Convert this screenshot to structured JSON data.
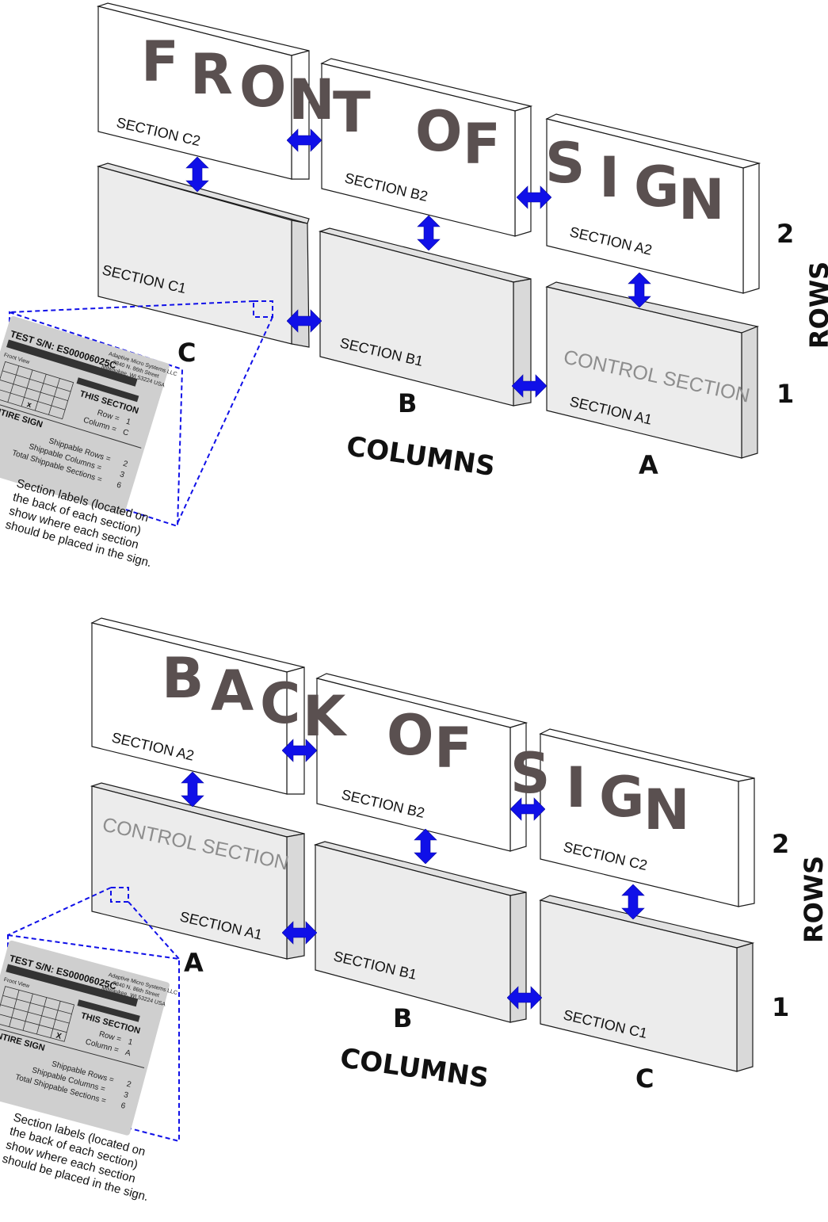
{
  "front": {
    "title_letters": [
      "F",
      "R",
      "O",
      "N",
      "T",
      "O",
      "F",
      "S",
      "I",
      "G",
      "N"
    ],
    "sections": {
      "c2": "SECTION C2",
      "b2": "SECTION B2",
      "a2": "SECTION A2",
      "c1": "SECTION C1",
      "b1": "SECTION B1",
      "a1": "SECTION A1"
    },
    "control_section": "CONTROL SECTION",
    "columns": {
      "c": "C",
      "b": "B",
      "a": "A"
    },
    "columns_label": "COLUMNS",
    "rows": {
      "two": "2",
      "one": "1"
    },
    "rows_label": "ROWS",
    "section_label_card": {
      "test_sn": "TEST S/N: ES00006025C",
      "company": "Adaptive Micro Systems LLC",
      "street": "7840 N. 86th Street",
      "city": "Milwaukee, WI 53224 USA",
      "front_view": "Front View",
      "this_section": "THIS SECTION",
      "row_label": "Row =",
      "row_value": "1",
      "column_label": "Column =",
      "column_value": "C",
      "entire_sign": "ENTIRE SIGN",
      "rows_label": "Shippable Rows =",
      "rows_value": "2",
      "columns_label": "Shippable Columns =",
      "columns_value": "3",
      "sections_label": "Total Shippable Sections =",
      "sections_value": "6"
    },
    "note_lines": [
      "Section labels (located on",
      "the back of each section)",
      "show where each section",
      "should be placed in the sign."
    ]
  },
  "back": {
    "title_letters": [
      "B",
      "A",
      "C",
      "K",
      "O",
      "F",
      "S",
      "I",
      "G",
      "N"
    ],
    "sections": {
      "a2": "SECTION A2",
      "b2": "SECTION B2",
      "c2": "SECTION C2",
      "a1": "SECTION A1",
      "b1": "SECTION B1",
      "c1": "SECTION C1"
    },
    "control_section": "CONTROL SECTION",
    "columns": {
      "a": "A",
      "b": "B",
      "c": "C"
    },
    "columns_label": "COLUMNS",
    "rows": {
      "two": "2",
      "one": "1"
    },
    "rows_label": "ROWS",
    "section_label_card": {
      "test_sn": "TEST S/N: ES00006025C",
      "company": "Adaptive Micro Systems LLC",
      "street": "7840 N. 86th Street",
      "city": "Milwaukee, WI 53224 USA",
      "front_view": "Front View",
      "this_section": "THIS SECTION",
      "row_label": "Row =",
      "row_value": "1",
      "column_label": "Column =",
      "column_value": "A",
      "entire_sign": "ENTIRE SIGN",
      "rows_label": "Shippable Rows =",
      "rows_value": "2",
      "columns_label": "Shippable Columns =",
      "columns_value": "3",
      "sections_label": "Total Shippable Sections =",
      "sections_value": "6"
    },
    "note_lines": [
      "Section labels (located on",
      "the back of each section)",
      "show where each section",
      "should be placed in the sign."
    ]
  }
}
